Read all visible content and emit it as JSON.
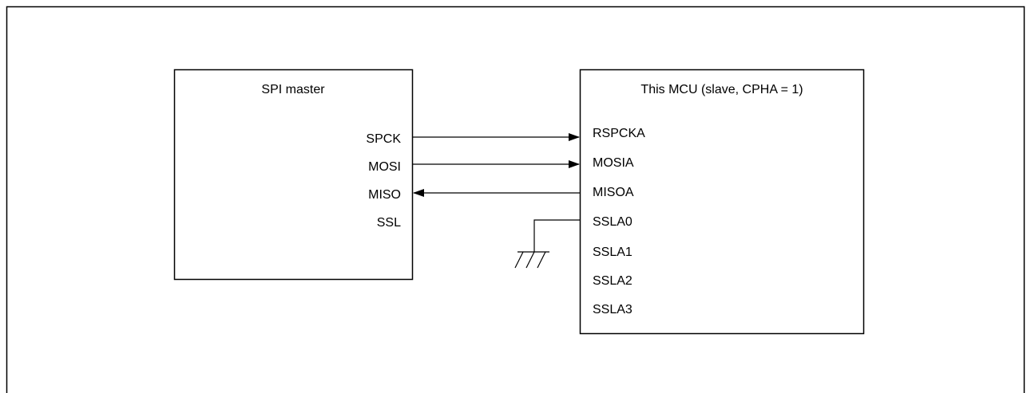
{
  "master": {
    "title": "SPI master",
    "pins": [
      "SPCK",
      "MOSI",
      "MISO",
      "SSL"
    ]
  },
  "slave": {
    "title": "This MCU (slave, CPHA = 1)",
    "pins": [
      "RSPCKA",
      "MOSIA",
      "MISOA",
      "SSLA0",
      "SSLA1",
      "SSLA2",
      "SSLA3"
    ]
  },
  "colors": {
    "line": "#000000",
    "background": "#ffffff"
  },
  "icons": {
    "ground": "ground-symbol-icon",
    "arrowhead": "arrowhead-icon"
  }
}
